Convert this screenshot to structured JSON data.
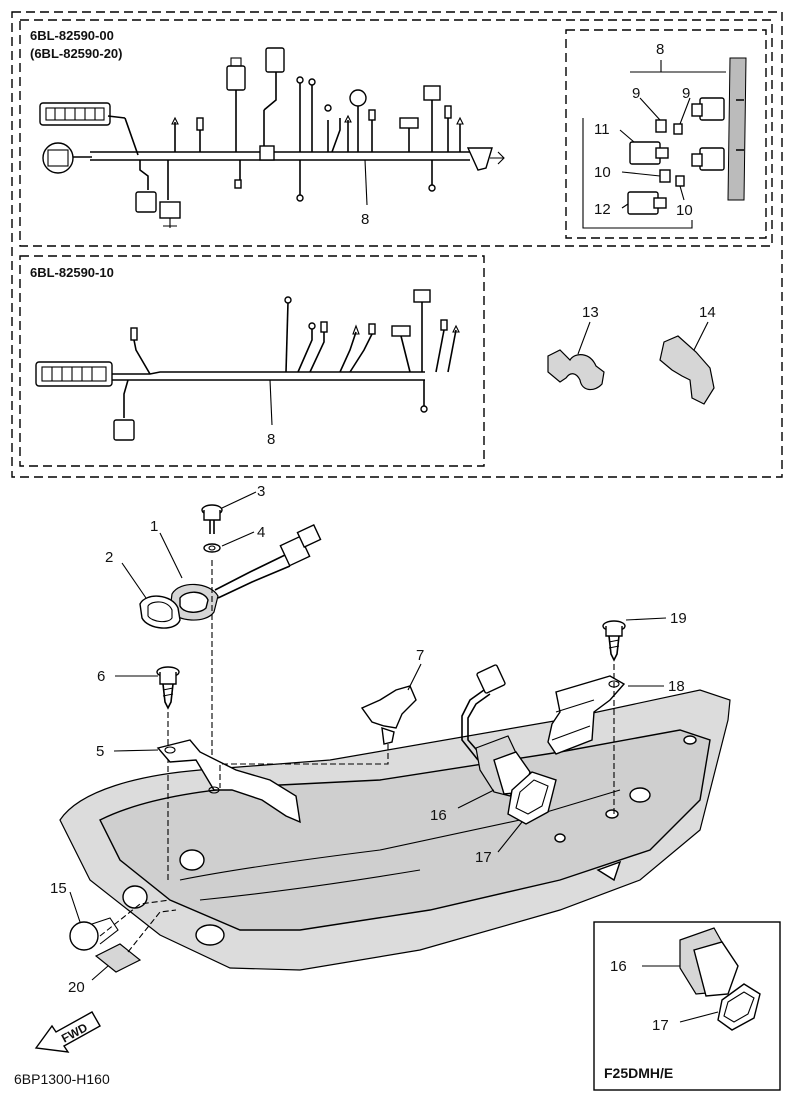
{
  "diagram": {
    "header_codes": {
      "harness_a": "6BL-82590-00",
      "harness_a_alt": "(6BL-82590-20)",
      "harness_b": "6BL-82590-10"
    },
    "part_labels": {
      "p1": "1",
      "p2": "2",
      "p3": "3",
      "p4": "4",
      "p5": "5",
      "p6": "6",
      "p7": "7",
      "p8_a": "8",
      "p8_b": "8",
      "p8_detail": "8",
      "p9_a": "9",
      "p9_b": "9",
      "p10_a": "10",
      "p10_b": "10",
      "p11": "11",
      "p12": "12",
      "p13": "13",
      "p14": "14",
      "p15": "15",
      "p16": "16",
      "p16_inset": "16",
      "p17": "17",
      "p17_inset": "17",
      "p18": "18",
      "p19": "19",
      "p20": "20"
    },
    "inset_model": "F25DMH/E",
    "direction_arrow": "FWD",
    "figure_code": "6BP1300-H160"
  }
}
